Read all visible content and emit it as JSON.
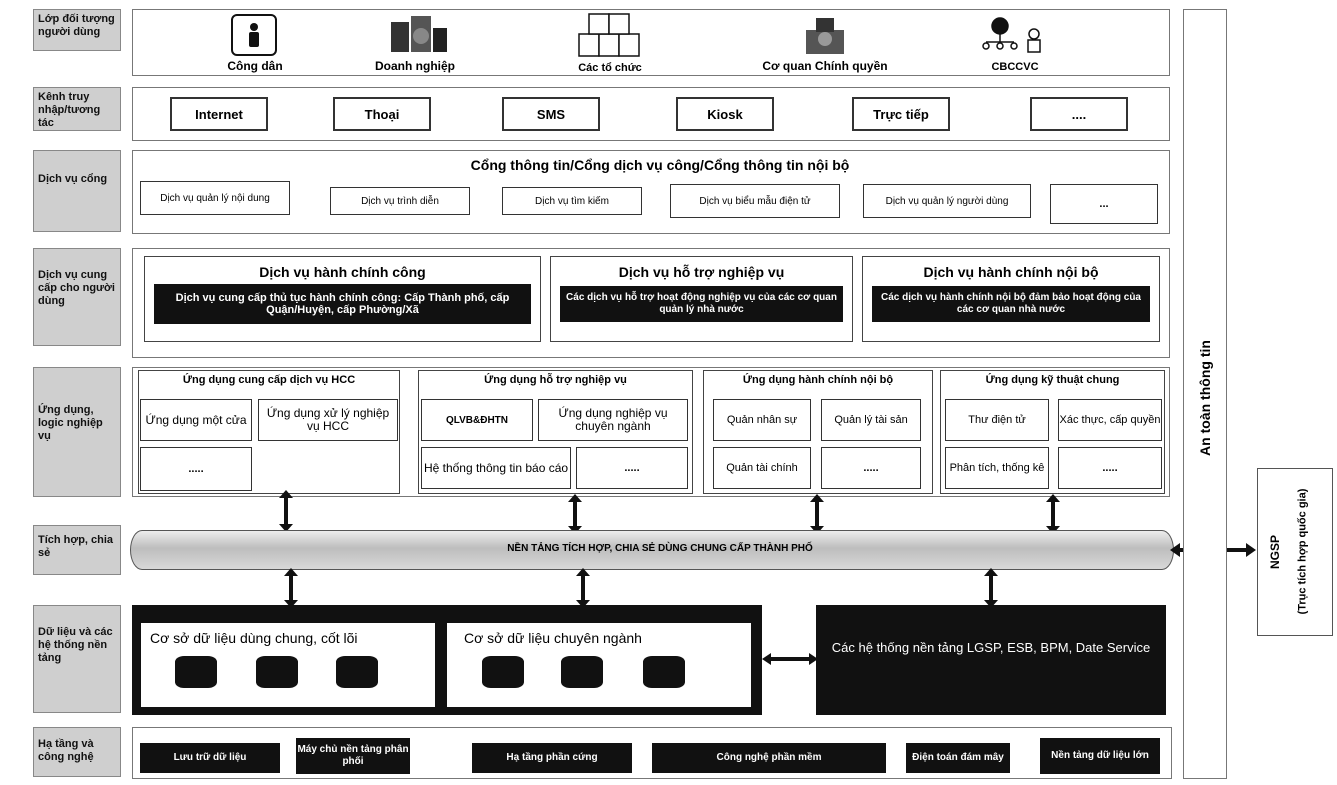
{
  "layers": {
    "users": "Lớp đối tượng người dùng",
    "channels": "Kênh truy nhập/tương tác",
    "portal": "Dịch vụ cổng",
    "services": "Dịch vụ cung cấp cho người dùng",
    "apps": "Ứng dụng, logic nghiệp vụ",
    "integration": "Tích hợp, chia sẻ",
    "data": "Dữ liệu và các hệ thống nền tảng",
    "infra": "Hạ tầng và công nghệ"
  },
  "users": [
    "Công dân",
    "Doanh nghiệp",
    "Các tổ chức",
    "Cơ quan Chính quyền",
    "CBCCVC"
  ],
  "channels": [
    "Internet",
    "Thoại",
    "SMS",
    "Kiosk",
    "Trực tiếp",
    "...."
  ],
  "portal": {
    "title": "Cổng thông tin/Cổng dịch vụ công/Cổng thông tin nội bộ",
    "items": [
      "Dịch vụ quản lý nội dung",
      "Dịch vụ trình diễn",
      "Dịch vụ tìm kiếm",
      "Dịch vụ biểu mẫu điện tử",
      "Dịch vụ quản lý người dùng",
      "..."
    ]
  },
  "services": [
    {
      "title": "Dịch vụ hành chính công",
      "desc": "Dịch vụ cung cấp thủ tục hành chính công: Cấp Thành phố, cấp Quận/Huyện, cấp Phường/Xã"
    },
    {
      "title": "Dịch vụ hỗ trợ nghiệp vụ",
      "desc": "Các dịch vụ hỗ trợ hoạt động nghiệp vụ của các cơ quan quản lý nhà nước"
    },
    {
      "title": "Dịch vụ hành chính nội bộ",
      "desc": "Các dịch vụ hành chính nội bộ đảm bảo hoạt động của các cơ quan nhà nước"
    }
  ],
  "apps": [
    {
      "title": "Ứng dụng cung cấp dịch vụ HCC",
      "items": [
        "Ứng dụng một cửa",
        "Ứng dụng xử lý nghiệp vụ HCC",
        "....."
      ]
    },
    {
      "title": "Ứng dụng hỗ trợ nghiệp vụ",
      "items": [
        "QLVB&ĐHTN",
        "Ứng dụng nghiệp vụ chuyên ngành",
        "Hệ thống thông tin báo cáo",
        "....."
      ]
    },
    {
      "title": "Ứng dụng hành chính nội bộ",
      "items": [
        "Quản nhân sự",
        "Quản lý tài sản",
        "Quản tài chính",
        "....."
      ]
    },
    {
      "title": "Ứng dụng kỹ thuật chung",
      "items": [
        "Thư điện tử",
        "Xác thực, cấp quyền",
        "Phân tích, thống kê",
        "....."
      ]
    }
  ],
  "integration_label": "NỀN TẢNG TÍCH HỢP, CHIA SẺ DÙNG CHUNG CẤP THÀNH PHỐ",
  "data": {
    "shared_db": "Cơ sở dữ liệu dùng chung, cốt lõi",
    "specialized_db": "Cơ sở dữ liệu chuyên ngành",
    "platforms": "Các hệ thống nền tảng LGSP, ESB, BPM, Date Service"
  },
  "infra": [
    "Lưu trữ dữ liệu",
    "Máy chủ nền tảng phân phối",
    "Hạ tầng phần cứng",
    "Công nghệ phần mềm",
    "Điện toán đám mây",
    "Nền tảng dữ liệu lớn"
  ],
  "security": "An toàn thông tin",
  "ngsp": {
    "name": "NGSP",
    "sub": "(Trục tích hợp quốc gia)"
  }
}
